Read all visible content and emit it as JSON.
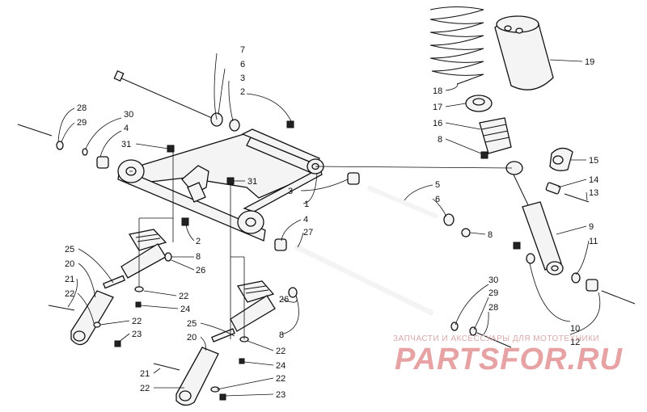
{
  "watermark": {
    "caption": "ЗАПЧАСТИ И АКСЕССУАРЫ ДЛЯ МОТОТЕХНИКИ",
    "logo": "PARTSFOR.RU",
    "color": "#e7a3a3"
  },
  "callouts": [
    {
      "label": "7"
    },
    {
      "label": "6"
    },
    {
      "label": "3"
    },
    {
      "label": "2"
    },
    {
      "label": "28"
    },
    {
      "label": "29"
    },
    {
      "label": "30"
    },
    {
      "label": "4"
    },
    {
      "label": "31"
    },
    {
      "label": "31"
    },
    {
      "label": "3"
    },
    {
      "label": "1"
    },
    {
      "label": "4"
    },
    {
      "label": "27"
    },
    {
      "label": "5"
    },
    {
      "label": "6"
    },
    {
      "label": "8"
    },
    {
      "label": "2"
    },
    {
      "label": "8"
    },
    {
      "label": "26"
    },
    {
      "label": "25"
    },
    {
      "label": "20"
    },
    {
      "label": "21"
    },
    {
      "label": "22"
    },
    {
      "label": "22"
    },
    {
      "label": "24"
    },
    {
      "label": "22"
    },
    {
      "label": "23"
    },
    {
      "label": "25"
    },
    {
      "label": "20"
    },
    {
      "label": "26"
    },
    {
      "label": "8"
    },
    {
      "label": "22"
    },
    {
      "label": "24"
    },
    {
      "label": "21"
    },
    {
      "label": "22"
    },
    {
      "label": "22"
    },
    {
      "label": "23"
    },
    {
      "label": "18"
    },
    {
      "label": "17"
    },
    {
      "label": "16"
    },
    {
      "label": "8"
    },
    {
      "label": "19"
    },
    {
      "label": "15"
    },
    {
      "label": "14"
    },
    {
      "label": "13"
    },
    {
      "label": "9"
    },
    {
      "label": "11"
    },
    {
      "label": "30"
    },
    {
      "label": "29"
    },
    {
      "label": "28"
    },
    {
      "label": "10"
    },
    {
      "label": "12"
    }
  ]
}
